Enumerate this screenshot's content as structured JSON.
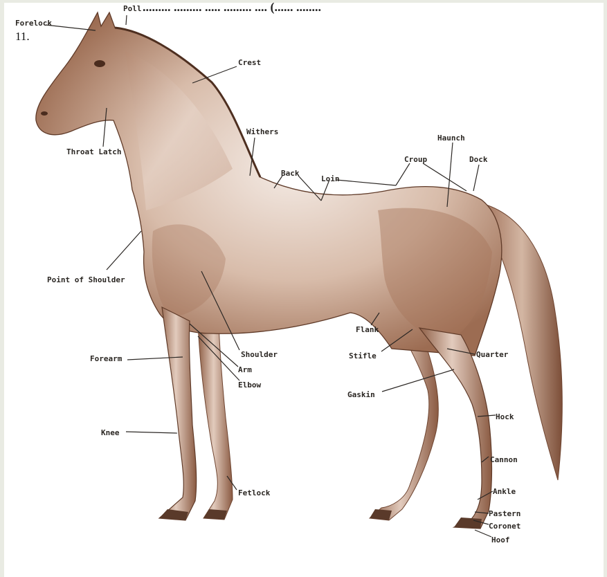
{
  "page": {
    "top_text_fragment": "......... ......... ..... ......... .... (...... ........",
    "figure_number": "11."
  },
  "labels": {
    "forelock": "Forelock",
    "poll": "Poll",
    "crest": "Crest",
    "withers": "Withers",
    "throat_latch": "Throat Latch",
    "back": "Back",
    "loin": "Loin",
    "croup": "Croup",
    "haunch": "Haunch",
    "dock": "Dock",
    "point_of_shoulder": "Point of Shoulder",
    "flank": "Flank",
    "shoulder": "Shoulder",
    "arm": "Arm",
    "elbow": "Elbow",
    "forearm": "Forearm",
    "stifle": "Stifle",
    "quarter": "Quarter",
    "gaskin": "Gaskin",
    "hock": "Hock",
    "knee": "Knee",
    "cannon": "Cannon",
    "fetlock": "Fetlock",
    "ankle": "Ankle",
    "pastern": "Pastern",
    "coronet": "Coronet",
    "hoof": "Hoof"
  },
  "colors": {
    "page_background": "#e9ebe3",
    "horse_fill": "#dcc5b8",
    "horse_shadow": "#8a5a42",
    "leader_lines": "#2b2724"
  },
  "icons": {
    "illustration": "horse-anatomy-illustration"
  }
}
